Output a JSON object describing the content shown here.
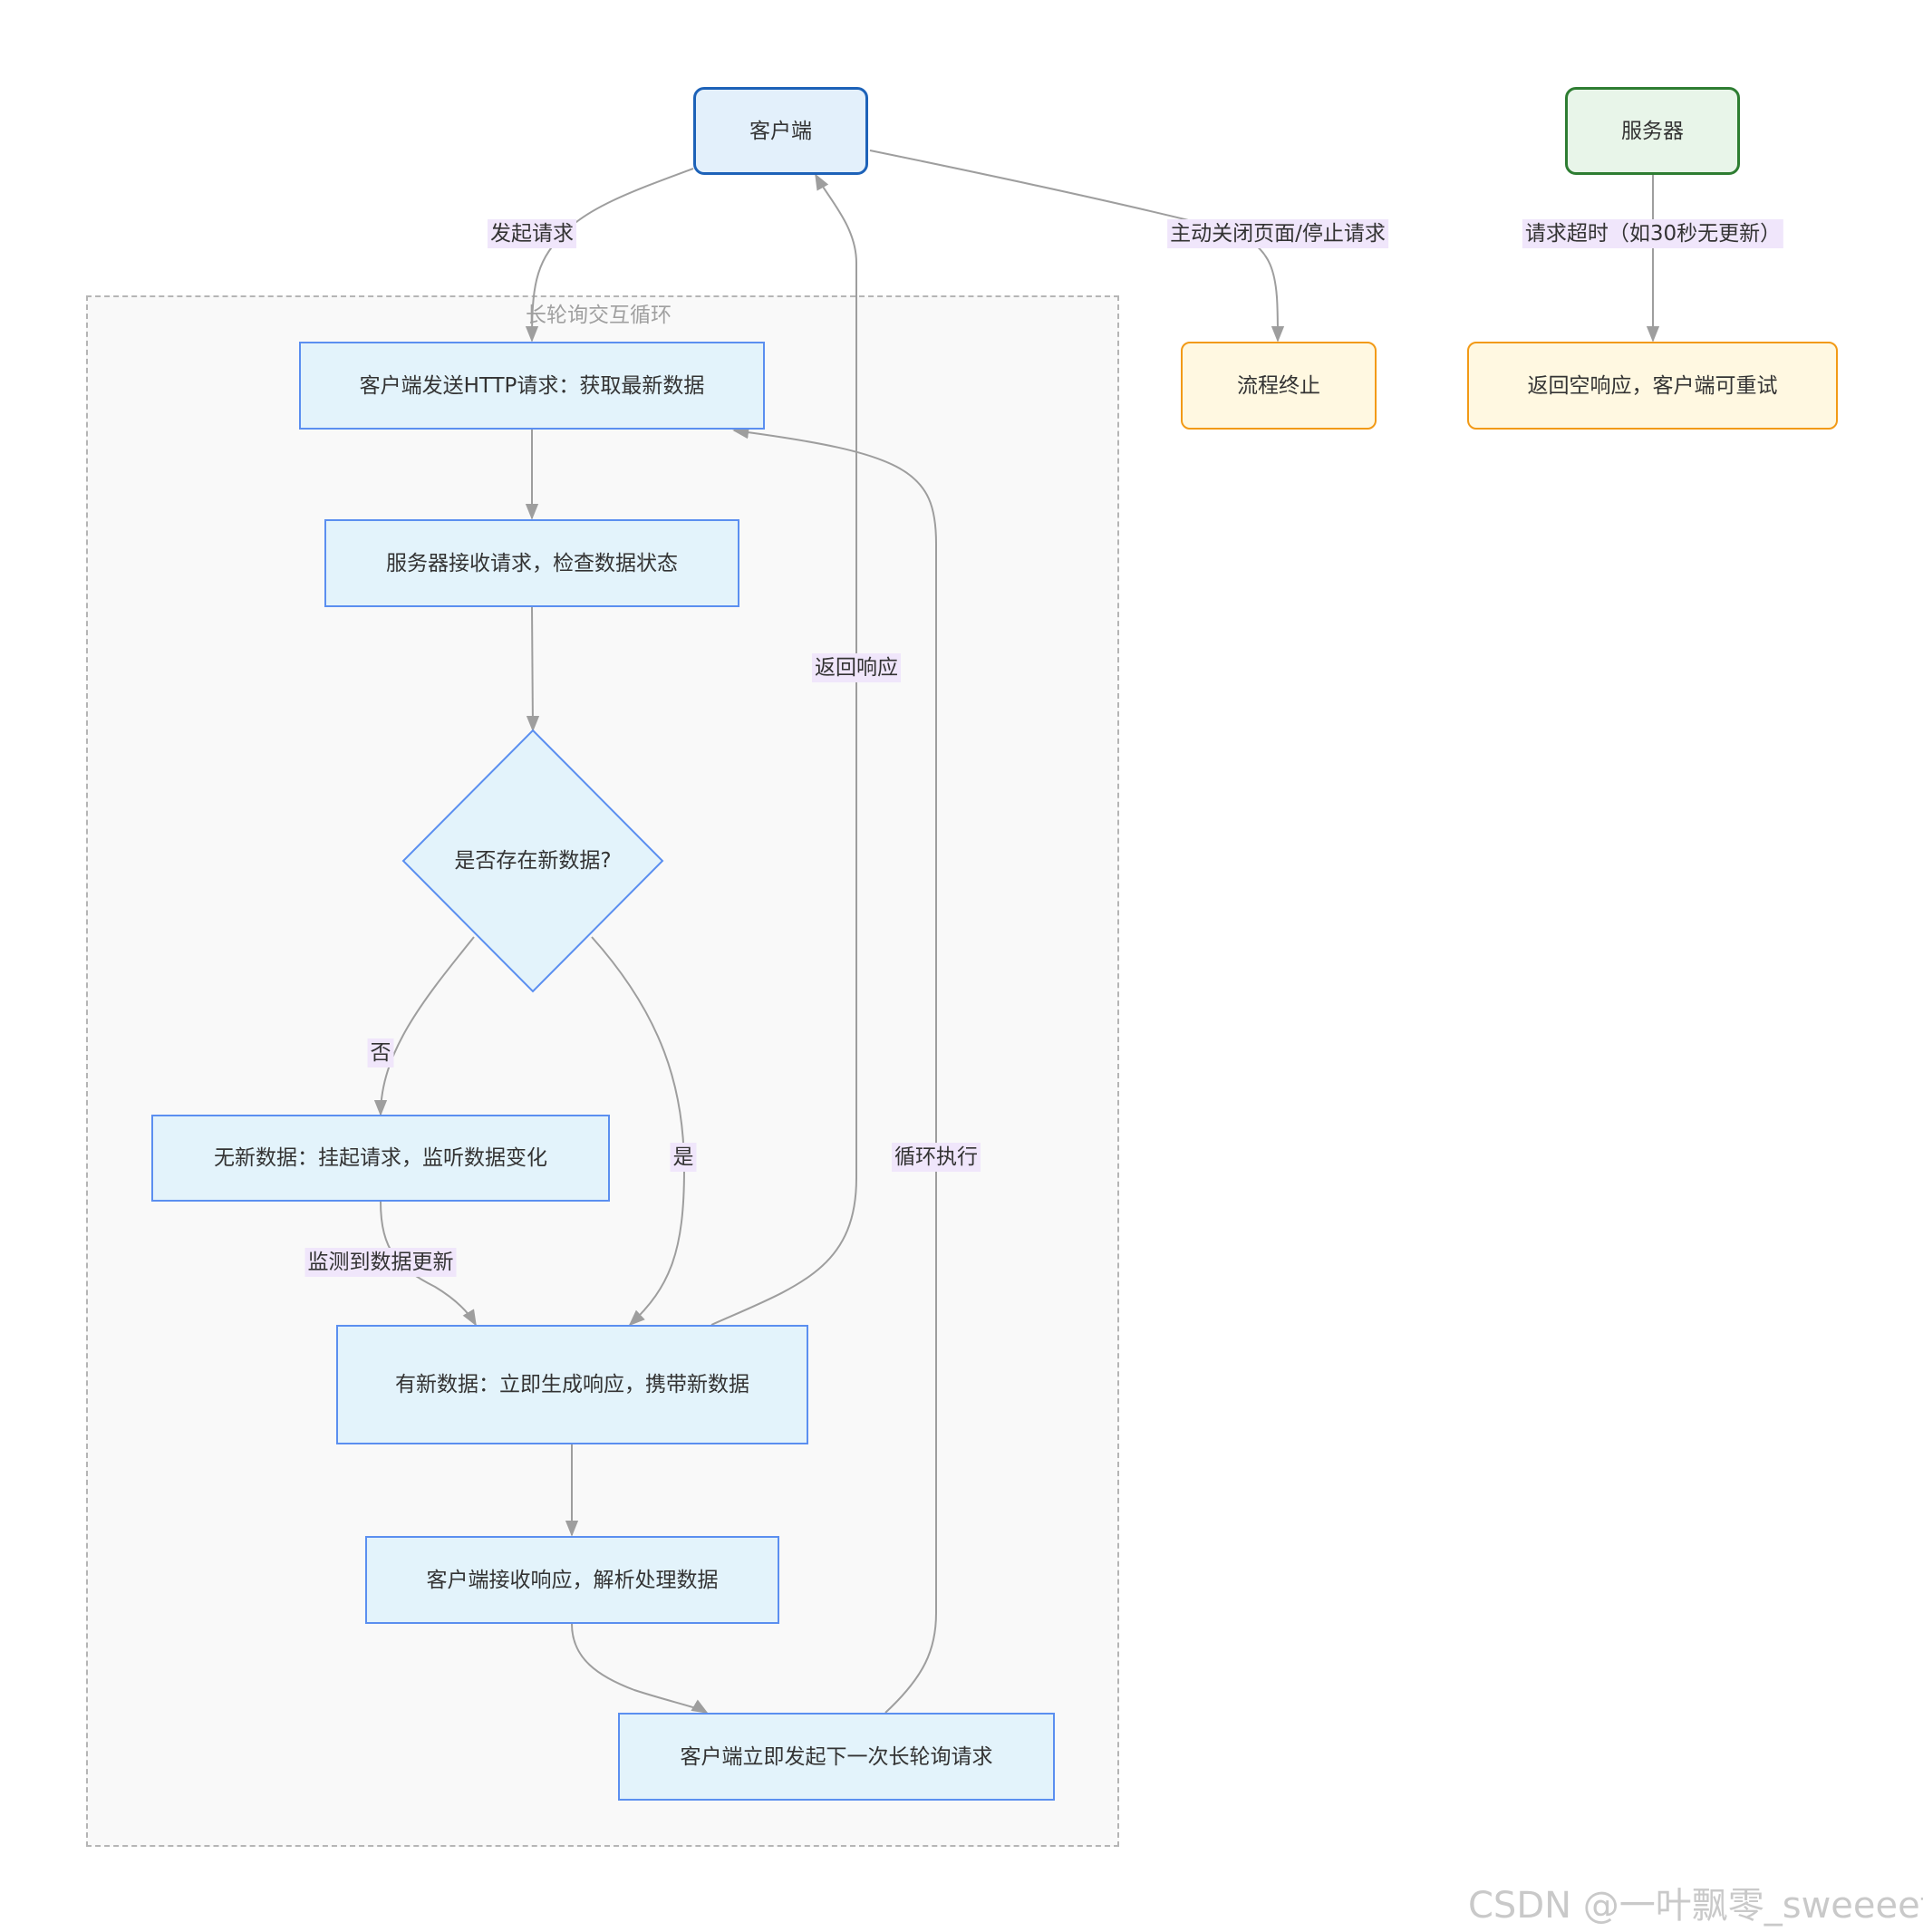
{
  "cluster": {
    "title": "长轮询交互循环"
  },
  "nodes": {
    "client": "客户端",
    "server": "服务器",
    "send": "客户端发送HTTP请求：获取最新数据",
    "receive": "服务器接收请求，检查数据状态",
    "decision": "是否存在新数据?",
    "no_data": "无新数据：挂起请求，监听数据变化",
    "has_data": "有新数据：立即生成响应，携带新数据",
    "parse": "客户端接收响应，解析处理数据",
    "next": "客户端立即发起下一次长轮询请求",
    "terminate": "流程终止",
    "empty": "返回空响应，客户端可重试"
  },
  "edges": {
    "start": "发起请求",
    "stop": "主动关闭页面/停止请求",
    "timeout": "请求超时（如30秒无更新）",
    "return": "返回响应",
    "no": "否",
    "yes": "是",
    "detect": "监测到数据更新",
    "loop": "循环执行"
  },
  "watermark": "CSDN @一叶飘零_sweeeet",
  "colors": {
    "process_fill": "#e3f3fb",
    "process_border": "#5b8ff0",
    "client_border": "#1d62b8",
    "server_border": "#2e7d32",
    "end_border": "#f29a16",
    "edge": "#9e9e9e",
    "edge_label_bg": "#f0e6fb"
  }
}
